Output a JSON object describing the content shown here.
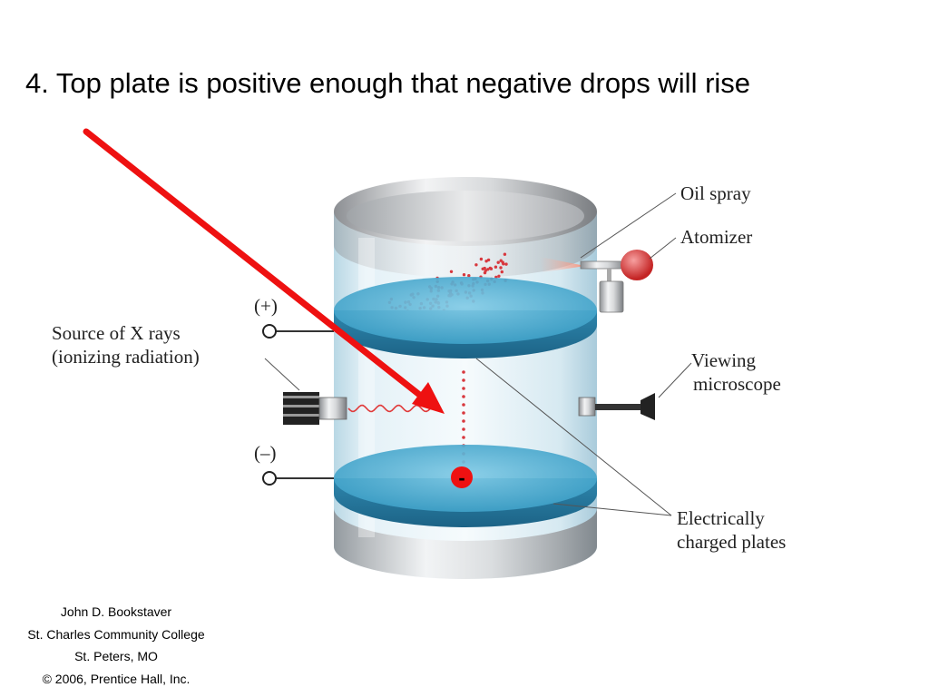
{
  "slide": {
    "title": "4. Top plate is positive enough that negative drops will rise"
  },
  "labels": {
    "oil_spray": "Oil spray",
    "atomizer": "Atomizer",
    "plus_terminal": "(+)",
    "minus_terminal": "(–)",
    "xray_source_line1": "Source of X rays",
    "xray_source_line2": "(ionizing radiation)",
    "microscope_line1": "Viewing",
    "microscope_line2": "microscope",
    "plates_line1": "Electrically",
    "plates_line2": "charged plates",
    "drop_charge": "-"
  },
  "credits": [
    "John D. Bookstaver",
    "St. Charles Community College",
    "St. Peters, MO",
    "© 2006, Prentice Hall, Inc."
  ],
  "colors": {
    "arrow": "#ee1111",
    "droplet": "#d8383e",
    "plate": "#3a9ec6",
    "atomizer_bulb": "#d83030"
  }
}
